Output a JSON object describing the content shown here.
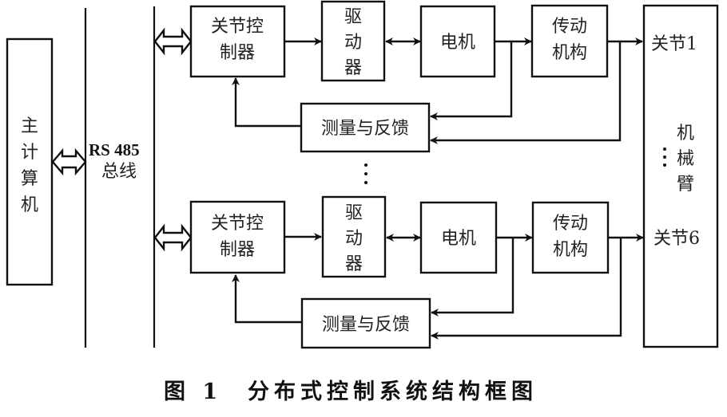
{
  "diagram": {
    "host": {
      "label": "主计算机",
      "chars": [
        "主",
        "计",
        "算",
        "机"
      ]
    },
    "bus": {
      "line1": "RS 485",
      "line2": "总线"
    },
    "channels": [
      {
        "joint_controller": {
          "line1": "关节控",
          "line2": "制器"
        },
        "driver": {
          "chars": [
            "驱",
            "动",
            "器"
          ]
        },
        "motor": "电机",
        "transmission": {
          "line1": "传动",
          "line2": "机构"
        },
        "feedback": "测量与反馈",
        "joint_label": "关节1"
      },
      {
        "joint_controller": {
          "line1": "关节控",
          "line2": "制器"
        },
        "driver": {
          "chars": [
            "驱",
            "动",
            "器"
          ]
        },
        "motor": "电机",
        "transmission": {
          "line1": "传动",
          "line2": "机构"
        },
        "feedback": "测量与反馈",
        "joint_label": "关节6"
      }
    ],
    "arm": {
      "chars": [
        "机",
        "械",
        "臂"
      ]
    },
    "ellipsis": "⋮"
  },
  "caption": {
    "figure": "图 1",
    "title": "分布式控制系统结构框图"
  }
}
